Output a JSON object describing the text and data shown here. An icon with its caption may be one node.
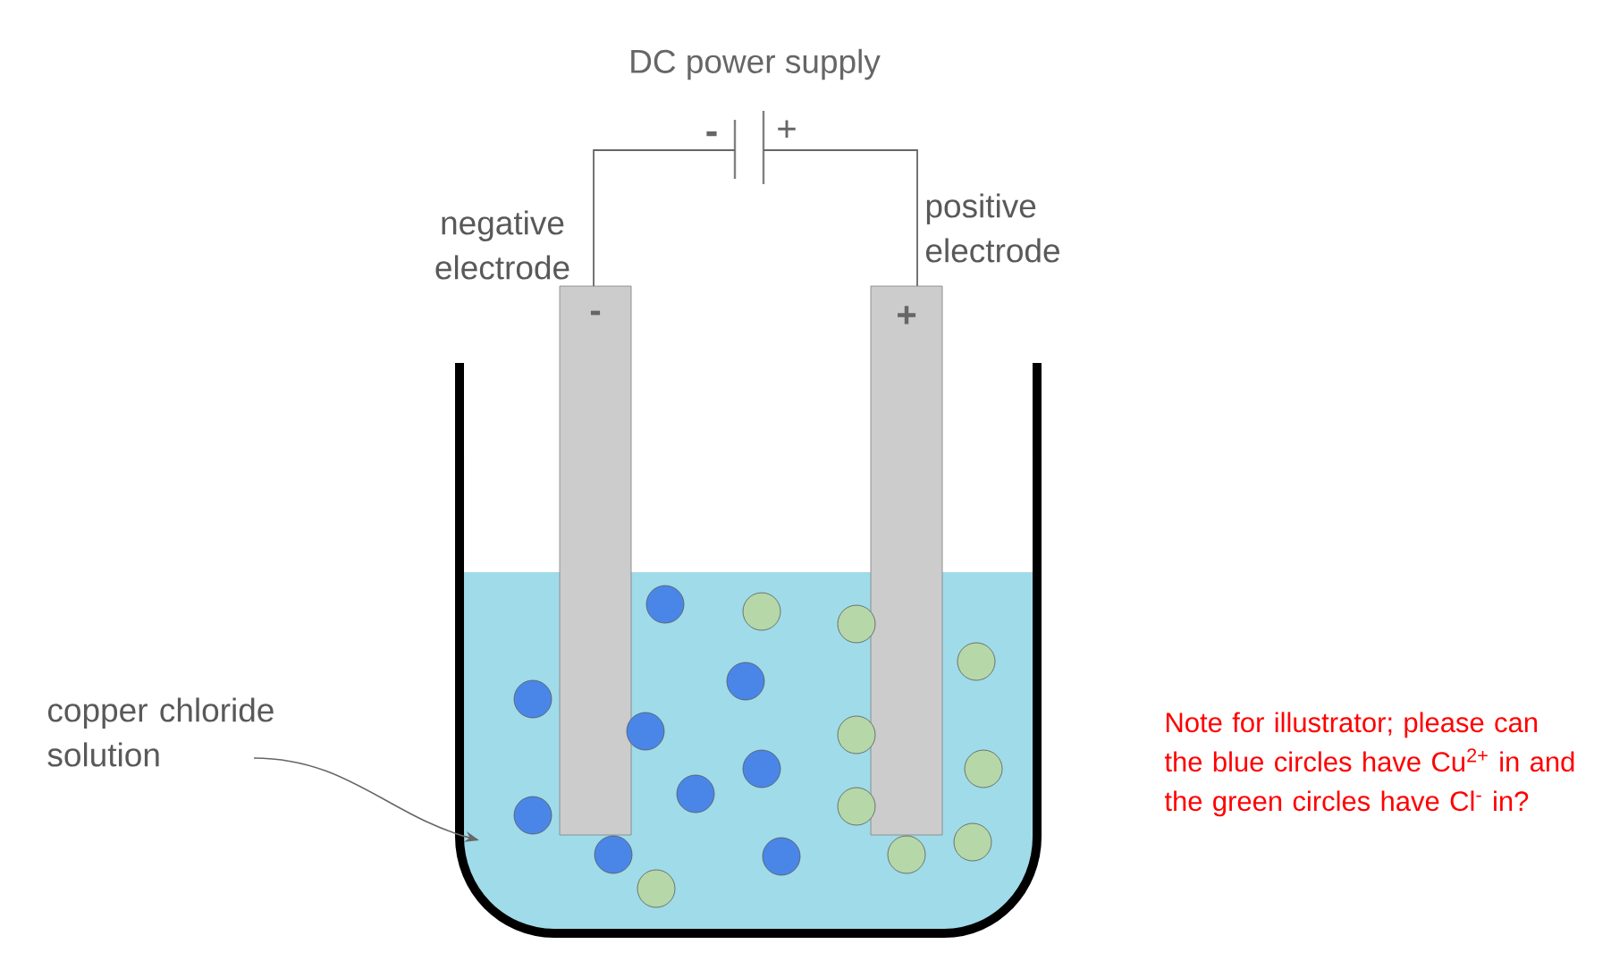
{
  "diagram": {
    "nodes": [
      {
        "text": [
          "DC power supply",
          "-",
          "+"
        ]
      },
      {
        "text": [
          "negative electrode",
          "-"
        ]
      },
      {
        "text": [
          "positive electrode",
          "+"
        ]
      },
      {
        "text": [
          "copper chloride solution"
        ]
      }
    ],
    "edges": [
      {
        "from": 0,
        "to": 1,
        "arrow": "none"
      },
      {
        "from": 0,
        "to": 2,
        "arrow": "none"
      },
      {
        "from": 3,
        "to": null,
        "arrow": "to"
      }
    ],
    "labels": [
      "Note for illustrator; please can the blue circles have Cu$^{2+}$ in and the green circles have Cl$^{-}$ in?"
    ]
  }
}
